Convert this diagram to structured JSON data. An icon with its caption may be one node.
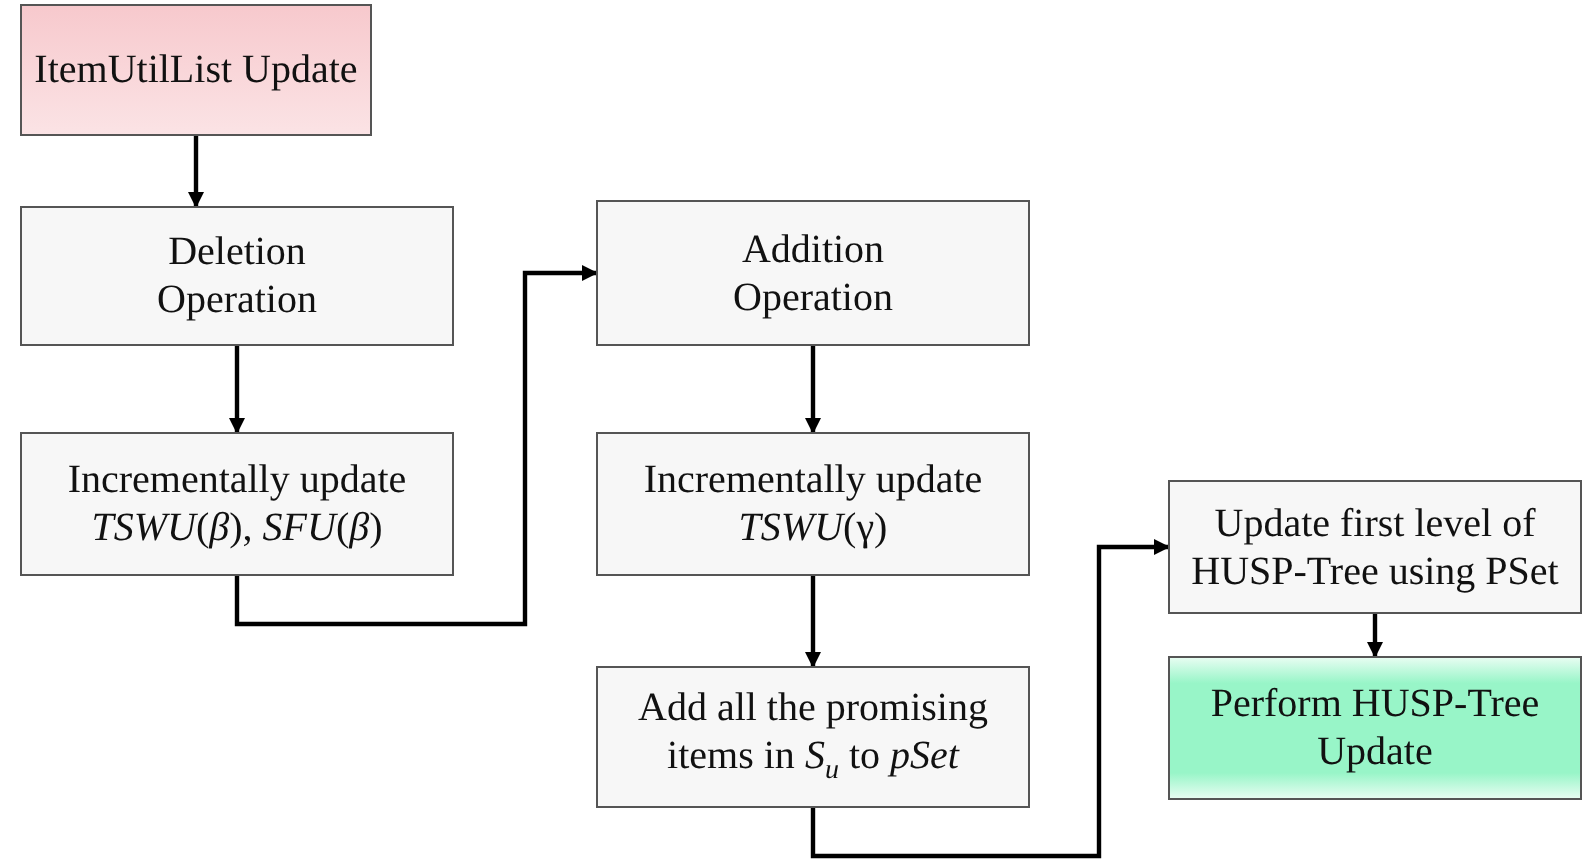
{
  "diagram": {
    "nodes": [
      {
        "text": [
          "ItemUtilList Update"
        ]
      },
      {
        "text": [
          "Deletion Operation"
        ]
      },
      {
        "text": [
          "Incrementally update *TSWU*(*β*), *SFU*(*β*)"
        ]
      },
      {
        "text": [
          "Addition Operation"
        ]
      },
      {
        "text": [
          "Incrementally update *TSWU*(γ)"
        ]
      },
      {
        "text": [
          "Add all the promising items in *S*$_{u}$ to *pSet*"
        ]
      },
      {
        "text": [
          "Update first level of HUSP-Tree using PSet"
        ]
      },
      {
        "text": [
          "Perform HUSP-Tree Update"
        ]
      }
    ],
    "edges": [
      {
        "from": 0,
        "to": 1,
        "arrow": "to"
      },
      {
        "from": 1,
        "to": 2,
        "arrow": "to"
      },
      {
        "from": 2,
        "to": 3,
        "arrow": "to"
      },
      {
        "from": 3,
        "to": 4,
        "arrow": "to"
      },
      {
        "from": 4,
        "to": 5,
        "arrow": "to"
      },
      {
        "from": 5,
        "to": 6,
        "arrow": "to"
      },
      {
        "from": 6,
        "to": 7,
        "arrow": "to"
      }
    ]
  }
}
